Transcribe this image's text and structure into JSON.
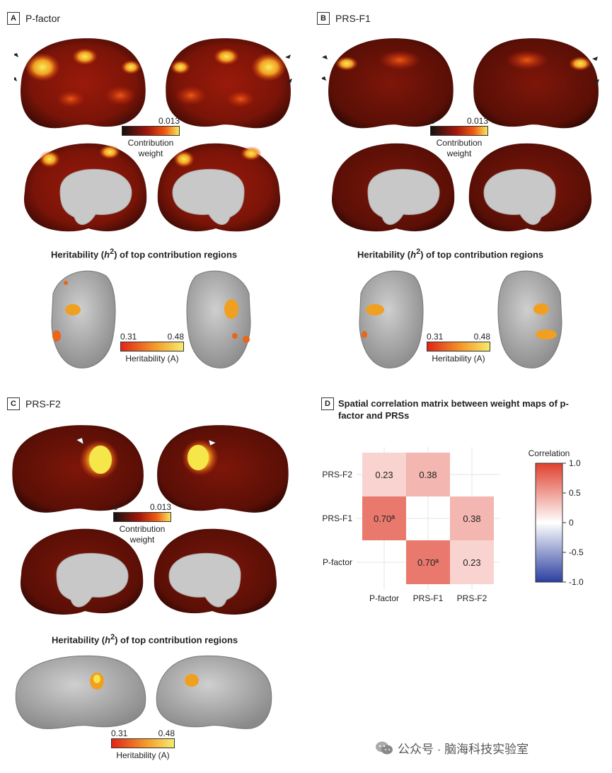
{
  "panels": {
    "A": {
      "letter": "A",
      "title": "P-factor"
    },
    "B": {
      "letter": "B",
      "title": "PRS-F1"
    },
    "C": {
      "letter": "C",
      "title": "PRS-F2"
    },
    "D": {
      "letter": "D",
      "title": "Spatial correlation matrix between weight maps of p-factor and PRSs"
    }
  },
  "contribution_colorbar": {
    "min": "0",
    "max": "0.013",
    "label_line1": "Contribution",
    "label_line2": "weight"
  },
  "heritability": {
    "title_prefix": "Heritability (",
    "title_symbol": "h",
    "title_sup": "2",
    "title_suffix": ") of top contribution regions",
    "colorbar": {
      "min": "0.31",
      "max": "0.48",
      "label": "Heritability (A)"
    }
  },
  "chart_data": {
    "type": "heatmap",
    "title": "Spatial correlation matrix between weight maps of p-factor and PRSs",
    "x_labels": [
      "P-factor",
      "PRS-F1",
      "PRS-F2"
    ],
    "y_labels": [
      "PRS-F2",
      "PRS-F1",
      "P-factor"
    ],
    "cells": [
      {
        "row": "PRS-F2",
        "col": "P-factor",
        "value": 0.23,
        "label": "0.23"
      },
      {
        "row": "PRS-F2",
        "col": "PRS-F1",
        "value": 0.38,
        "label": "0.38"
      },
      {
        "row": "PRS-F1",
        "col": "P-factor",
        "value": 0.7,
        "label": "0.70ª"
      },
      {
        "row": "PRS-F1",
        "col": "PRS-F2",
        "value": 0.38,
        "label": "0.38"
      },
      {
        "row": "P-factor",
        "col": "PRS-F1",
        "value": 0.7,
        "label": "0.70ª"
      },
      {
        "row": "P-factor",
        "col": "PRS-F2",
        "value": 0.23,
        "label": "0.23"
      }
    ],
    "colorbar": {
      "title": "Correlation",
      "ticks": [
        "1.0",
        "0.5",
        "0",
        "-0.5",
        "-1.0"
      ],
      "range": [
        -1,
        1
      ]
    },
    "colors": {
      "low": "#2b3fa0",
      "mid": "#ffffff",
      "high": "#e0402e"
    }
  },
  "watermark": {
    "text": "公众号 · 脑海科技实验室",
    "icon": "wechat-icon"
  }
}
